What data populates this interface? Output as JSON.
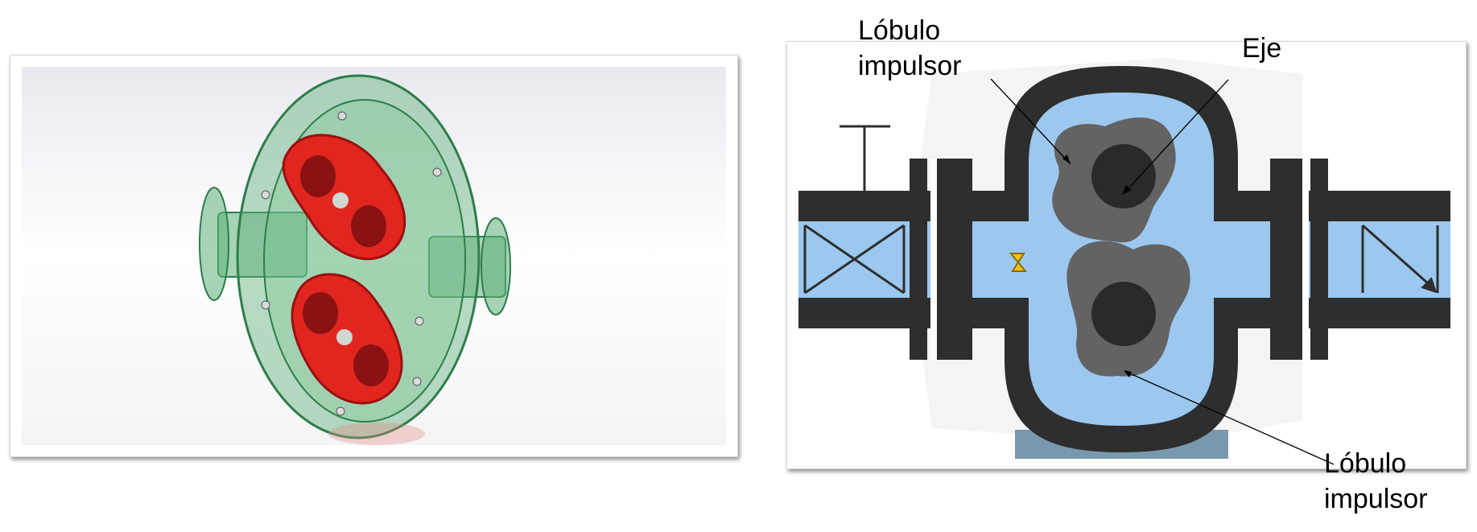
{
  "labels": {
    "top_lobe": {
      "line1": "Lóbulo",
      "line2": "impulsor"
    },
    "shaft": {
      "text": "Eje"
    },
    "bottom_lobe": {
      "line1": "Lóbulo",
      "line2": "impulsor"
    }
  },
  "colors": {
    "casing_dark": "#2e2e2e",
    "fluid_blue": "#9cc8ef",
    "lobe_gray": "#636363",
    "shaft_dark": "#2a2a2a",
    "base_steel": "#7a98ac",
    "render_green": "#5fb07a",
    "render_red": "#e0261e",
    "arrow_yellow": "#f2c316"
  }
}
